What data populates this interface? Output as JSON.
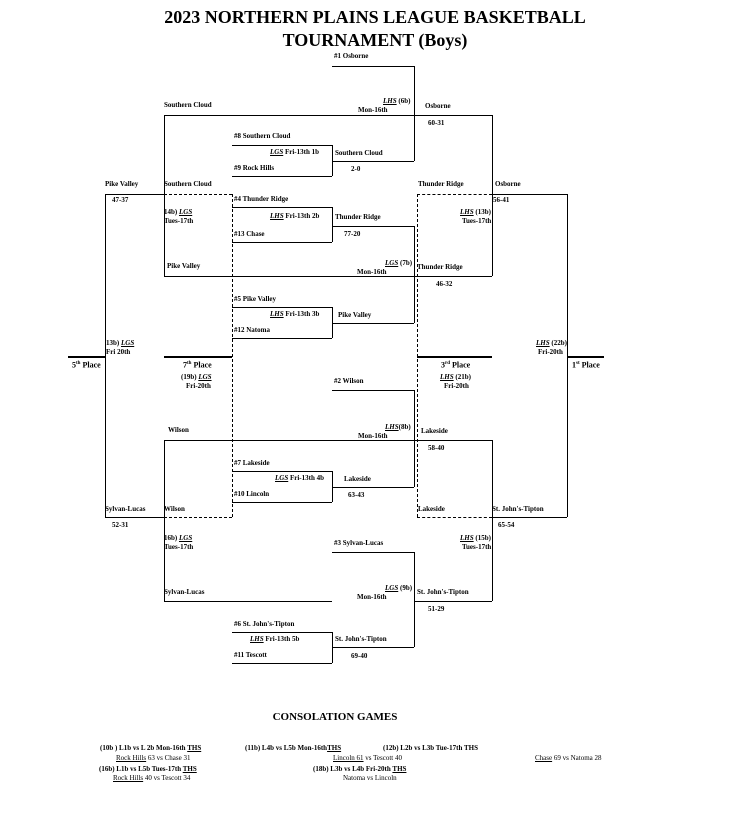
{
  "title": {
    "line1": "2023 NORTHERN PLAINS LEAGUE BASKETBALL",
    "line2": "TOURNAMENT (Boys)"
  },
  "seeds": {
    "s1": "#1 Osborne",
    "s8": "#8 Southern Cloud",
    "s9": "#9 Rock Hills",
    "s4": "#4 Thunder Ridge",
    "s13": "#13 Chase",
    "s5": "#5 Pike Valley",
    "s12": "#12 Natoma",
    "s2": "#2  Wilson",
    "s7": "#7  Lakeside",
    "s10": "#10  Lincoln",
    "s3": "#3 Sylvan-Lucas",
    "s6": "#6 St. John's-Tipton",
    "s11": "#11 Tescott"
  },
  "games": {
    "g1b": {
      "site": "LGS",
      "rest": " Fri-13th  1b"
    },
    "g2b": {
      "site": "LHS",
      "rest": " Fri-13th  2b"
    },
    "g3b": {
      "site": "LHS",
      "rest": " Fri-13th  3b"
    },
    "g4b": {
      "site": "LGS",
      "rest": " Fri-13th 4b"
    },
    "g5b": {
      "site": "LHS",
      "rest": "  Fri-13th 5b"
    },
    "g6b": {
      "site": "LHS",
      "rest": " (6b)",
      "date": "Mon-16th"
    },
    "g7b": {
      "site": "LGS",
      "rest": " (7b)",
      "date": "Mon-16th"
    },
    "g8b": {
      "site": "LHS",
      "rest": "(8b)",
      "date": "Mon-16th"
    },
    "g9b": {
      "site": "LGS",
      "rest": " (9b)",
      "date": "Mon-16th"
    },
    "g13b": {
      "pre": "13b) ",
      "site": "LGS",
      "date": "Fri 20th"
    },
    "g14b": {
      "pre": "14b) ",
      "site": "LGS",
      "date": "Tues-17th"
    },
    "g15b": {
      "site": "LHS",
      "rest": " (15b)",
      "date": "Tues-17th"
    },
    "g16b": {
      "pre": "16b) ",
      "site": "LGS",
      "date": "Tues-17th"
    },
    "g19b": {
      "pre": "(19b) ",
      "site": "LGS",
      "date": "Fri-20th"
    },
    "g21b": {
      "site": "LHS",
      "rest": " (21b)",
      "date": "Fri-20th"
    },
    "g22b": {
      "site": "LHS",
      "rest": " (22b)",
      "date": "Fri-20th"
    }
  },
  "results": {
    "r1": {
      "team": "Southern Cloud",
      "score": "2-0"
    },
    "r2": {
      "team": "Thunder Ridge",
      "score": "77-20"
    },
    "r3": {
      "team": "Pike Valley"
    },
    "r4": {
      "team": "Lakeside",
      "score": "63-43"
    },
    "r5": {
      "team": "St. John's-Tipton",
      "score": "69-40"
    },
    "r6": {
      "team": "Osborne",
      "score": "60-31"
    },
    "r7": {
      "team": "Thunder Ridge",
      "score": "46-32"
    },
    "r8": {
      "team": "Lakeside",
      "score": "58-40"
    },
    "r9": {
      "team": "St. John's-Tipton",
      "score": "51-29"
    },
    "loser6": "Southern Cloud",
    "loser7": "Pike Valley",
    "loser8": "Wilson",
    "loser9": "Sylvan-Lucas",
    "c_sc": "Southern Cloud",
    "c_pv": "Pike Valley",
    "c_pv_score": "47-37",
    "c_wil": "Wilson",
    "c_sl": "Sylvan-Lucas",
    "c_sl_score": "52-31",
    "c_wil2": "Wilson",
    "w_tr": "Thunder Ridge",
    "w_os": "Osborne",
    "w_os_score": "56-41",
    "w_lk": "Lakeside",
    "w_sjt": "St. John's-Tipton",
    "w_sjt_score": "65-54"
  },
  "places": {
    "fifth": {
      "n": "5",
      "sup": "th",
      "label": " Place"
    },
    "seventh": {
      "n": "7",
      "sup": "th",
      "label": " Place"
    },
    "third": {
      "n": "3",
      "sup": "rd",
      "label": " Place"
    },
    "first": {
      "n": "1",
      "sup": "st",
      "label": " Place"
    }
  },
  "consolation": {
    "heading": "CONSOLATION GAMES",
    "g10": {
      "label": "(10b ) L1b vs L 2b Mon-16th ",
      "site": "THS",
      "w": "Rock Hills",
      "score": " 63 vs Chase  31"
    },
    "g11": {
      "label": "(11b) L4b vs L5b Mon-16th",
      "site": "THS",
      "w": "Lincoln 61",
      "score": " vs Tescott  40"
    },
    "g12": {
      "label": "(12b) L2b vs L3b Tue-17th THS",
      "w": "Chase",
      "score": " 69 vs Natoma 28"
    },
    "g16": {
      "label": "(16b) L1b vs L5b Tues-17th  ",
      "site": "THS",
      "w": "Rock Hills",
      "score": " 40 vs Tescott 34"
    },
    "g18": {
      "label": "(18b) L3b vs L4b Fri-20th ",
      "site": "THS",
      "w": "Natoma vs Lincoln"
    }
  }
}
